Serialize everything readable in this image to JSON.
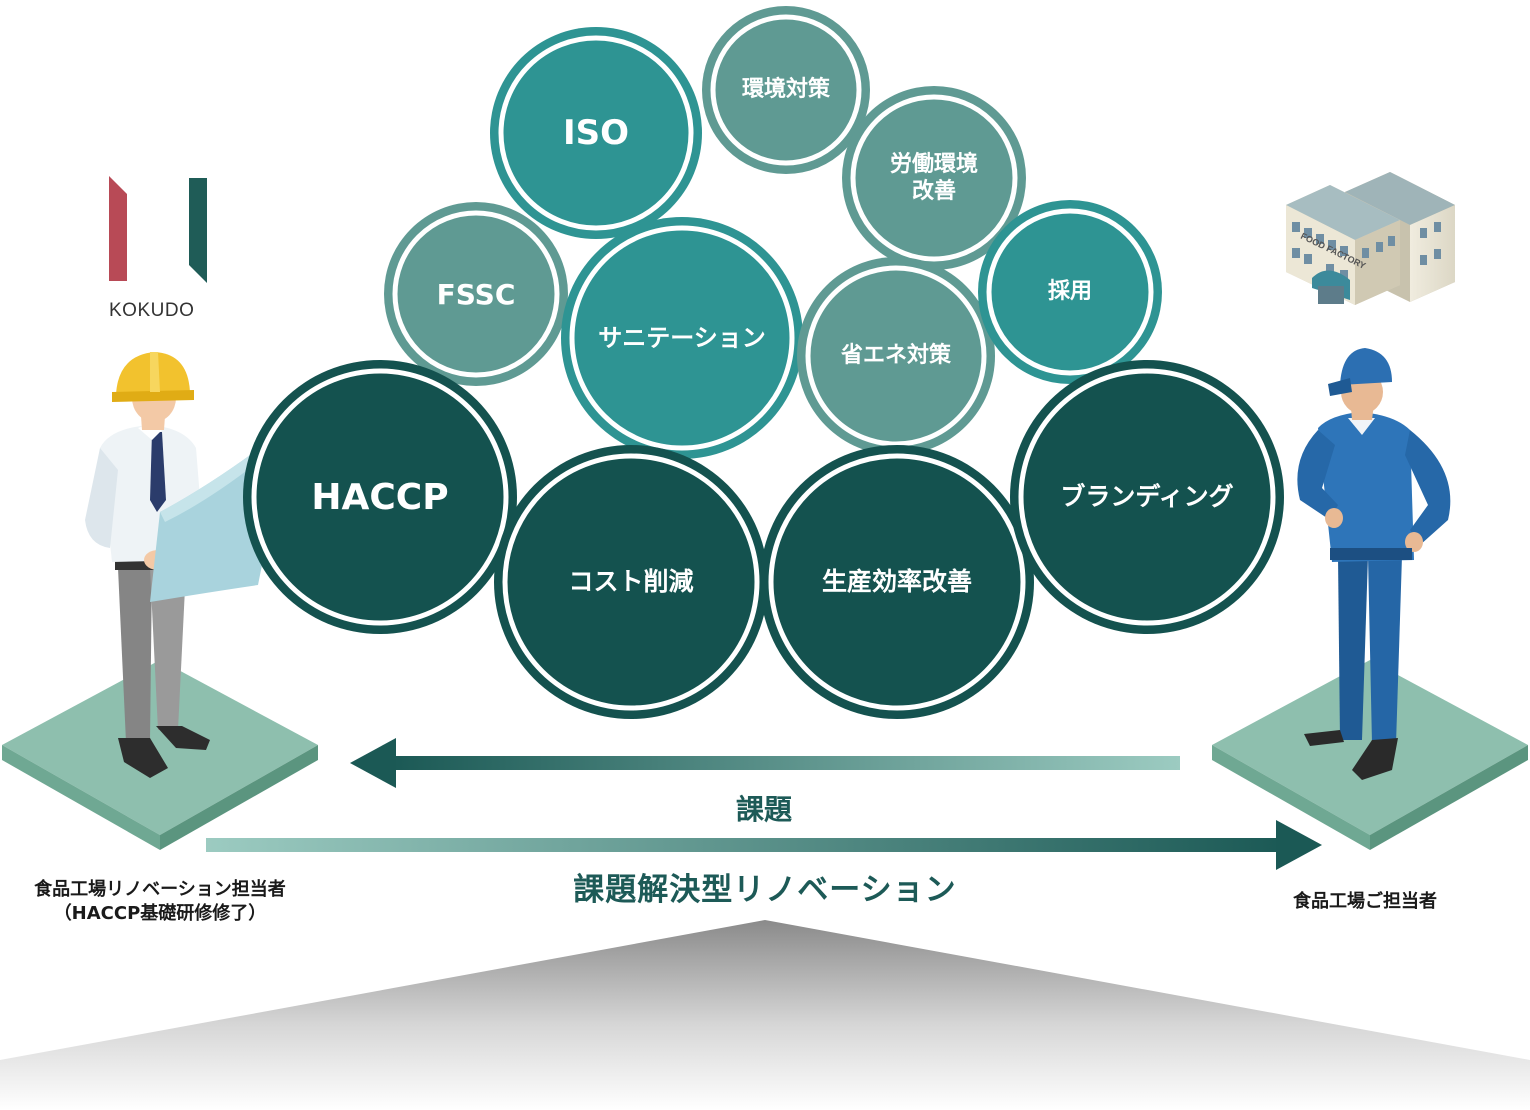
{
  "logo": {
    "text": "KOKUDO",
    "colors": [
      "#b84a56",
      "#1f5c57"
    ]
  },
  "bubbles": [
    {
      "label": "ISO",
      "tone": "teal"
    },
    {
      "label": "環境対策",
      "tone": "sage"
    },
    {
      "label": "労働環境\n改善",
      "tone": "sage"
    },
    {
      "label": "FSSC",
      "tone": "sage"
    },
    {
      "label": "サニテーション",
      "tone": "teal"
    },
    {
      "label": "省エネ対策",
      "tone": "sage"
    },
    {
      "label": "採用",
      "tone": "teal"
    },
    {
      "label": "HACCP",
      "tone": "dark"
    },
    {
      "label": "コスト削減",
      "tone": "dark"
    },
    {
      "label": "生産効率改善",
      "tone": "dark"
    },
    {
      "label": "ブランディング",
      "tone": "dark"
    }
  ],
  "tones": {
    "dark": "#14524f",
    "teal": "#2e9493",
    "sage": "#5f9a93"
  },
  "flow": {
    "issue_label": "課題",
    "solution_label": "課題解決型リノベーション",
    "arrow_color": "#1c5f5a"
  },
  "people": {
    "left_caption": "食品工場リノベーション担当者\n（HACCP基礎研修修了）",
    "right_caption": "食品工場ご担当者"
  },
  "factory": {
    "sign": "FOOD FACTORY"
  }
}
